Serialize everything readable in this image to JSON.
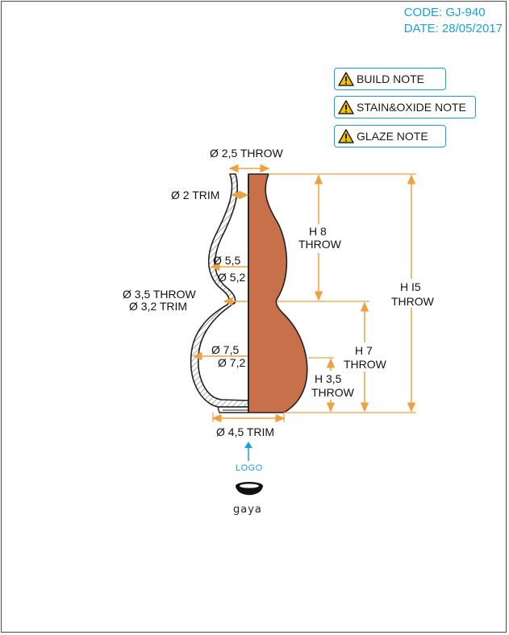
{
  "header": {
    "code": "CODE: GJ-940",
    "date": "DATE: 28/05/2017"
  },
  "notes": [
    {
      "label": "BUILD NOTE",
      "icon": "warning-icon"
    },
    {
      "label": "STAIN&OXIDE NOTE",
      "icon": "warning-icon"
    },
    {
      "label": "GLAZE NOTE",
      "icon": "warning-icon"
    }
  ],
  "dimensions": {
    "top_diameter": "Ø 2,5 THROW",
    "neck_diameter": "Ø 2 TRIM",
    "upper_outer": "Ø 5,5",
    "upper_inner": "Ø 5,2",
    "waist_outer": "Ø 3,5 THROW",
    "waist_inner": "Ø 3,2 TRIM",
    "lower_outer": "Ø 7,5",
    "lower_inner": "Ø 7,2",
    "base_diameter": "Ø 4,5 TRIM",
    "h8_label": "H 8",
    "h8_sub": "THROW",
    "h15_label": "H I5",
    "h15_sub": "THROW",
    "h7_label": "H 7",
    "h7_sub": "THROW",
    "h35_label": "H 3,5",
    "h35_sub": "THROW"
  },
  "logo": {
    "caption": "LOGO",
    "brand": "gaya"
  },
  "colors": {
    "accent": "#1aa0d8",
    "dimension": "#f0a040",
    "clay": "#c8704a",
    "warning": "#f2c200"
  }
}
